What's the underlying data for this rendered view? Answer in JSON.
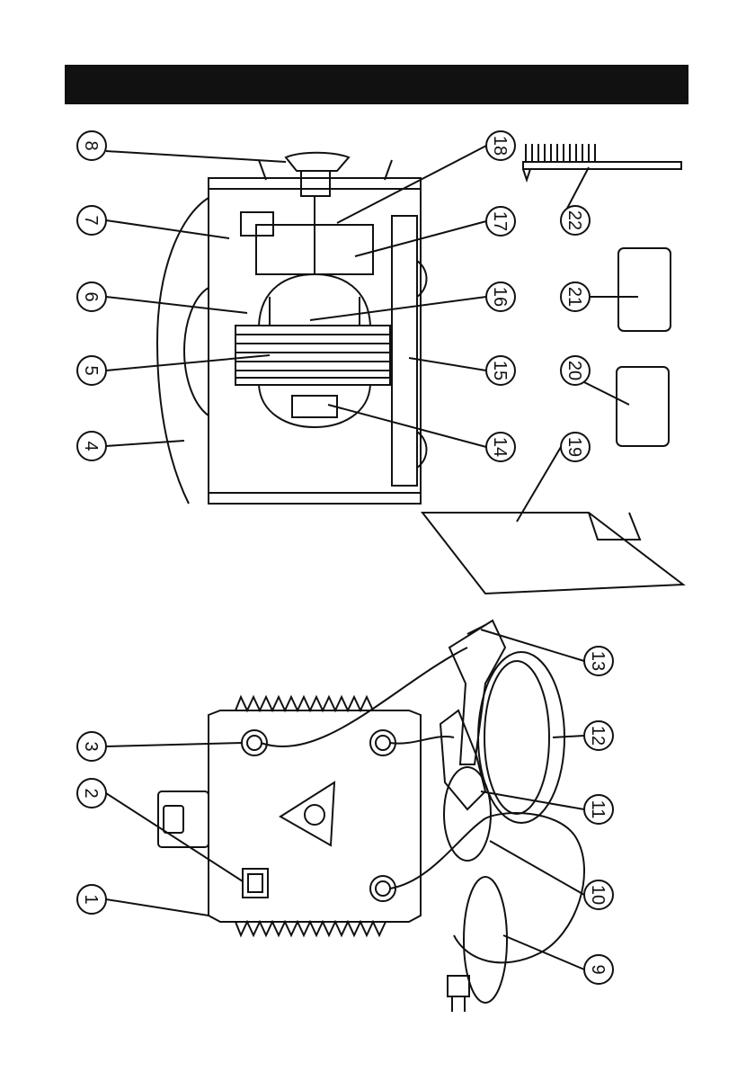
{
  "page": {
    "title": ""
  },
  "callouts": [
    {
      "id": "c1",
      "label": "1"
    },
    {
      "id": "c2",
      "label": "2"
    },
    {
      "id": "c3",
      "label": "3"
    },
    {
      "id": "c4",
      "label": "4"
    },
    {
      "id": "c5",
      "label": "5"
    },
    {
      "id": "c6",
      "label": "6"
    },
    {
      "id": "c7",
      "label": "7"
    },
    {
      "id": "c8",
      "label": "8"
    },
    {
      "id": "c9",
      "label": "9"
    },
    {
      "id": "c10",
      "label": "10"
    },
    {
      "id": "c11",
      "label": "11"
    },
    {
      "id": "c12",
      "label": "12"
    },
    {
      "id": "c13",
      "label": "13"
    },
    {
      "id": "c14",
      "label": "14"
    },
    {
      "id": "c15",
      "label": "15"
    },
    {
      "id": "c16",
      "label": "16"
    },
    {
      "id": "c17",
      "label": "17"
    },
    {
      "id": "c18",
      "label": "18"
    },
    {
      "id": "c19",
      "label": "19"
    },
    {
      "id": "c20",
      "label": "20"
    },
    {
      "id": "c21",
      "label": "21"
    },
    {
      "id": "c22",
      "label": "22"
    }
  ],
  "colors": {
    "ink": "#111111",
    "paper": "#ffffff",
    "header": "#111111"
  }
}
